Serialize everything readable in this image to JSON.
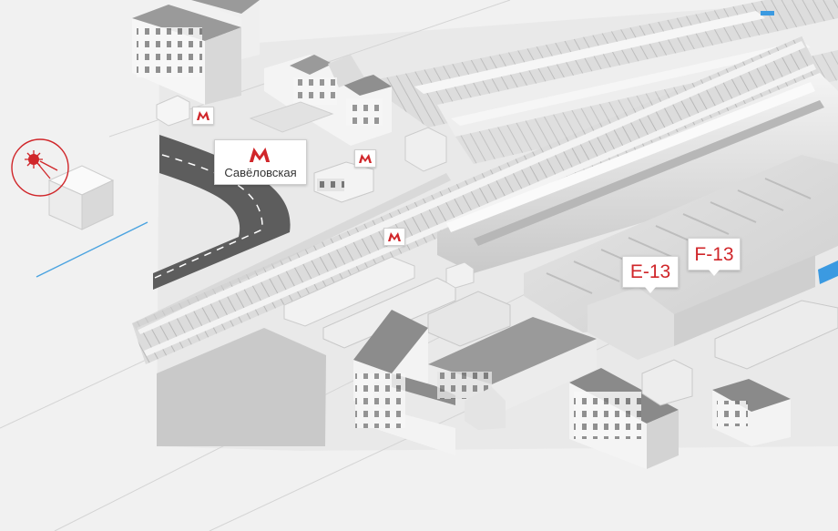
{
  "map": {
    "accent_color": "#d0262a",
    "road_color": "#5d5d5d",
    "metro_icon": "metro-m-icon",
    "station": {
      "name": "Савёловская"
    },
    "building_labels": [
      {
        "id": "e13",
        "text": "E-13"
      },
      {
        "id": "f13",
        "text": "F-13"
      }
    ],
    "orientation_icon": "satellite-dish-icon"
  }
}
